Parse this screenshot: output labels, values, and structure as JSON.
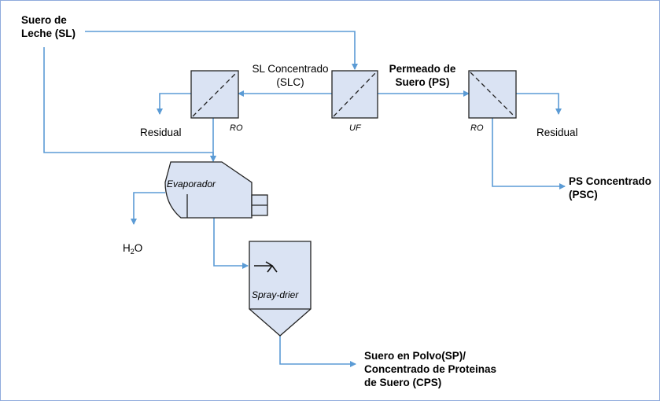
{
  "colors": {
    "flow": "#5b9bd5",
    "unit_fill": "#dae3f3",
    "unit_stroke": "#222222",
    "frame": "#8faadc"
  },
  "labels": {
    "sl_line1": "Suero de",
    "sl_line2": "Leche (SL)",
    "slc_line1": "SL Concentrado",
    "slc_line2": "(SLC)",
    "ps_line1": "Permeado de",
    "ps_line2": "Suero (PS)",
    "residual_left": "Residual",
    "residual_right": "Residual",
    "psc_line1": "PS Concentrado",
    "psc_line2": "(PSC)",
    "h2o_main": "H",
    "h2o_sub": "2",
    "h2o_tail": "O",
    "sp_line1": "Suero en Polvo(SP)/",
    "sp_line2": "Concentrado de Proteinas",
    "sp_line3": "de Suero (CPS)"
  },
  "units": {
    "ro_left": "RO",
    "uf": "UF",
    "ro_right": "RO",
    "evaporator": "Evaporador",
    "spray_drier": "Spray-drier"
  }
}
